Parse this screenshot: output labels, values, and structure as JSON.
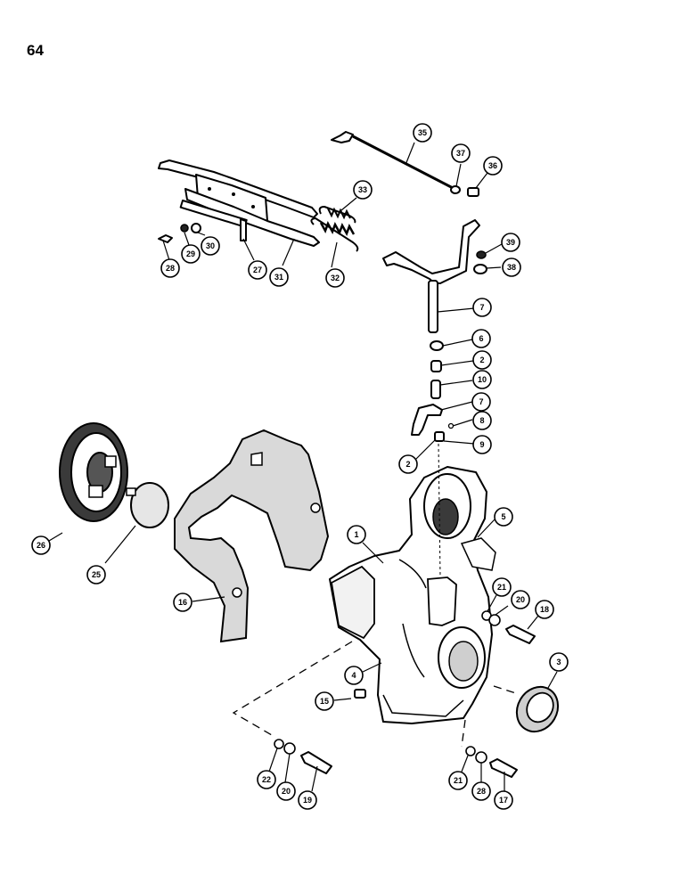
{
  "page": {
    "number": "64"
  },
  "callouts": [
    {
      "id": "c35",
      "label": "35"
    },
    {
      "id": "c37",
      "label": "37"
    },
    {
      "id": "c36",
      "label": "36"
    },
    {
      "id": "c33",
      "label": "33"
    },
    {
      "id": "c39",
      "label": "39"
    },
    {
      "id": "c38",
      "label": "38"
    },
    {
      "id": "c28a",
      "label": "28"
    },
    {
      "id": "c29",
      "label": "29"
    },
    {
      "id": "c30",
      "label": "30"
    },
    {
      "id": "c27",
      "label": "27"
    },
    {
      "id": "c31",
      "label": "31"
    },
    {
      "id": "c32",
      "label": "32"
    },
    {
      "id": "c7a",
      "label": "7"
    },
    {
      "id": "c6a",
      "label": "6"
    },
    {
      "id": "c2a",
      "label": "2"
    },
    {
      "id": "c10",
      "label": "10"
    },
    {
      "id": "c7b",
      "label": "7"
    },
    {
      "id": "c8",
      "label": "8"
    },
    {
      "id": "c9",
      "label": "9"
    },
    {
      "id": "c2b",
      "label": "2"
    },
    {
      "id": "c26",
      "label": "26"
    },
    {
      "id": "c25",
      "label": "25"
    },
    {
      "id": "c5",
      "label": "5"
    },
    {
      "id": "c1",
      "label": "1"
    },
    {
      "id": "c16",
      "label": "16"
    },
    {
      "id": "c21a",
      "label": "21"
    },
    {
      "id": "c20a",
      "label": "20"
    },
    {
      "id": "c18a",
      "label": "18"
    },
    {
      "id": "c3",
      "label": "3"
    },
    {
      "id": "c4",
      "label": "4"
    },
    {
      "id": "c15",
      "label": "15"
    },
    {
      "id": "c22",
      "label": "22"
    },
    {
      "id": "c20b",
      "label": "20"
    },
    {
      "id": "c19",
      "label": "19"
    },
    {
      "id": "c21b",
      "label": "21"
    },
    {
      "id": "c28b",
      "label": "28"
    },
    {
      "id": "c17",
      "label": "17"
    }
  ]
}
